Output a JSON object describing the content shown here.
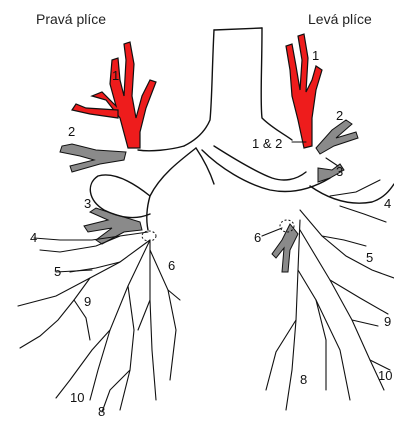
{
  "titles": {
    "right_lung": "Pravá plíce",
    "left_lung": "Levá plíce"
  },
  "colors": {
    "highlight": "#ee1c1c",
    "shaded": "#8a8a8a",
    "outline": "#111111"
  },
  "labels": {
    "right": {
      "s1": "1",
      "s2": "2",
      "s3": "3",
      "s4": "4",
      "s5": "5",
      "s6": "6",
      "s9": "9",
      "s10": "10",
      "s8": "8"
    },
    "left": {
      "s1": "1",
      "s1and2": "1 & 2",
      "s2": "2",
      "s3": "3",
      "s4": "4",
      "s5": "5",
      "s6": "6",
      "s9": "9",
      "s10": "10",
      "s8": "8"
    }
  }
}
